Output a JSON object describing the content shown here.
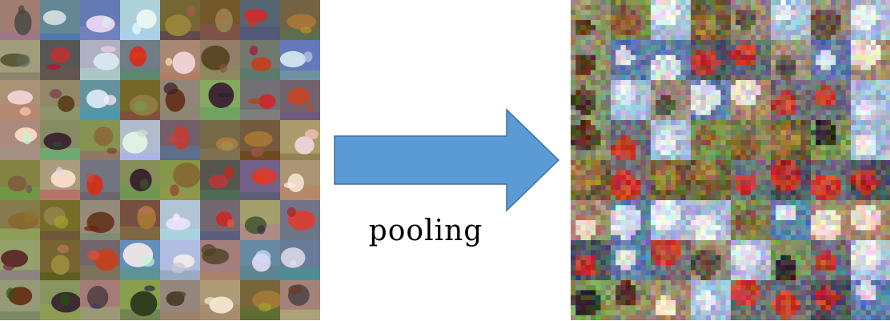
{
  "caption": "pooling",
  "colors": {
    "arrow_fill": "#5B9BD5",
    "arrow_stroke": "#41719C",
    "background": "#FFFFFF",
    "caption_text": "#000000"
  },
  "grid": {
    "rows": 8,
    "cols": 8
  },
  "original_tiles": [
    [
      "cat",
      "ship",
      "ship",
      "airplane",
      "frog",
      "frog",
      "automobile",
      "frog"
    ],
    [
      "cat",
      "automobile",
      "airplane",
      "truck",
      "dog",
      "horse",
      "truck",
      "ship"
    ],
    [
      "dog",
      "horse",
      "ship",
      "frog",
      "horse",
      "bird",
      "truck",
      "truck"
    ],
    [
      "dog",
      "bird",
      "deer",
      "airplane",
      "truck",
      "frog",
      "frog",
      "dog"
    ],
    [
      "deer",
      "dog",
      "truck",
      "bird",
      "deer",
      "automobile",
      "truck",
      "dog"
    ],
    [
      "deer",
      "frog",
      "horse",
      "frog",
      "airplane",
      "truck",
      "cat",
      "truck"
    ],
    [
      "horse",
      "frog",
      "truck",
      "ship",
      "airplane",
      "cat",
      "ship",
      "ship"
    ],
    [
      "horse",
      "bird",
      "cat",
      "bird",
      "horse",
      "dog",
      "frog",
      "cat"
    ]
  ],
  "pooled_tiles": [
    [
      "horse",
      "deer",
      "airplane",
      "frog",
      "cat",
      "airplane",
      "cat",
      "airplane"
    ],
    [
      "horse",
      "ship",
      "ship",
      "automobile",
      "truck",
      "cat",
      "ship",
      "dog"
    ],
    [
      "horse",
      "airplane",
      "cat",
      "ship",
      "dog",
      "truck",
      "truck",
      "airplane"
    ],
    [
      "horse",
      "truck",
      "airplane",
      "deer",
      "deer",
      "frog",
      "bird",
      "airplane"
    ],
    [
      "frog",
      "truck",
      "frog",
      "frog",
      "truck",
      "automobile",
      "truck",
      "automobile"
    ],
    [
      "dog",
      "ship",
      "airplane",
      "airplane",
      "deer",
      "ship",
      "dog",
      "dog"
    ],
    [
      "automobile",
      "ship",
      "truck",
      "cat",
      "airplane",
      "bird",
      "truck",
      "airplane"
    ],
    [
      "bird",
      "horse",
      "dog",
      "airplane",
      "truck",
      "truck",
      "automobile",
      "ship"
    ]
  ],
  "class_palette": {
    "airplane": {
      "bg": "#A9BED6",
      "fg": "#E4E8EE"
    },
    "automobile": {
      "bg": "#4F5660",
      "fg": "#B8322E"
    },
    "bird": {
      "bg": "#7F9A5A",
      "fg": "#3A3228"
    },
    "cat": {
      "bg": "#9B8E7C",
      "fg": "#5E5245"
    },
    "deer": {
      "bg": "#7E8A52",
      "fg": "#8A5F3A"
    },
    "dog": {
      "bg": "#A48A6E",
      "fg": "#E8DCCB"
    },
    "frog": {
      "bg": "#6E6238",
      "fg": "#9C7A3F"
    },
    "horse": {
      "bg": "#8C8F6A",
      "fg": "#5C3A24"
    },
    "ship": {
      "bg": "#5E80A8",
      "fg": "#D9DDE2"
    },
    "truck": {
      "bg": "#6B7078",
      "fg": "#C73A2F"
    }
  }
}
